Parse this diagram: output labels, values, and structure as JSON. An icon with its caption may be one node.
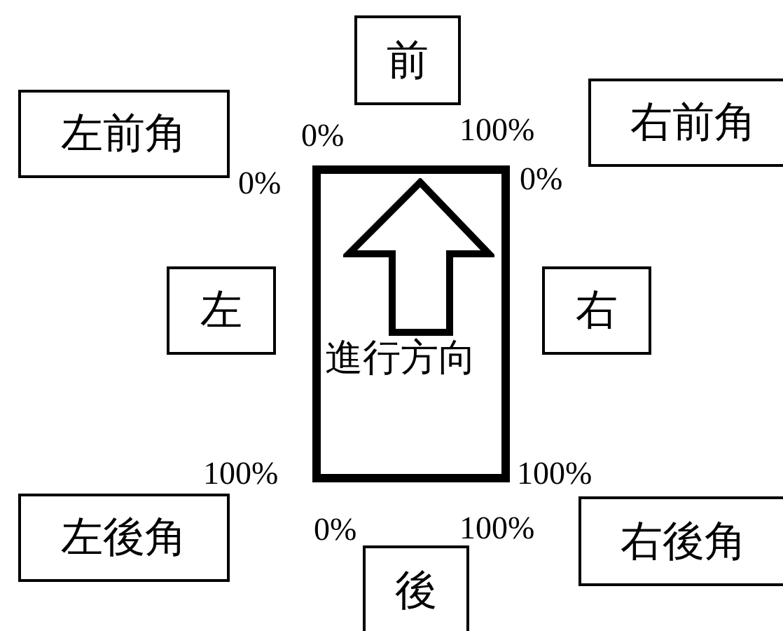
{
  "diagram": {
    "nodes": [
      {
        "text": [
          "前"
        ]
      },
      {
        "text": [
          "左前角"
        ]
      },
      {
        "text": [
          "右前角"
        ]
      },
      {
        "text": [
          "進行方向"
        ]
      },
      {
        "text": [
          "左"
        ]
      },
      {
        "text": [
          "右"
        ]
      },
      {
        "text": [
          "左後角"
        ]
      },
      {
        "text": [
          "右後角"
        ]
      },
      {
        "text": [
          "後"
        ]
      }
    ],
    "labels": [
      "0%",
      "100%",
      "0%",
      "0%",
      "100%",
      "100%",
      "0%",
      "100%"
    ]
  }
}
